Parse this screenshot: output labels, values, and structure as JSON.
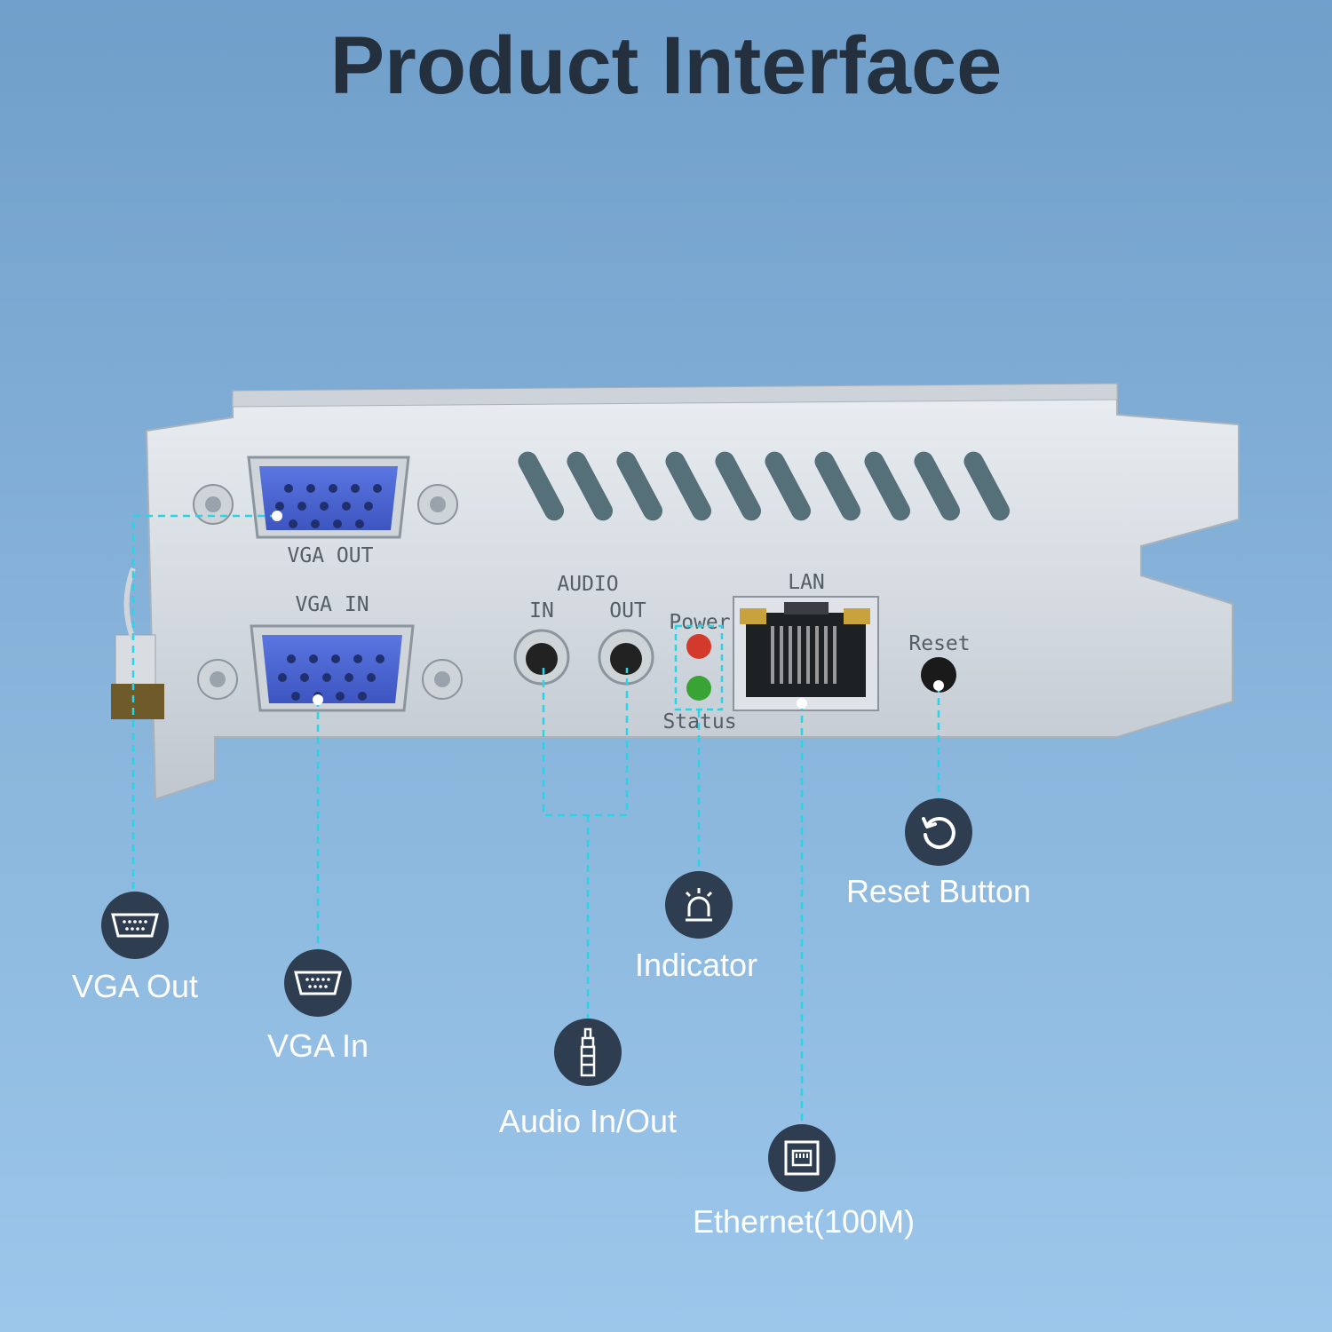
{
  "title": "Product Interface",
  "panel": {
    "vga_out": "VGA OUT",
    "vga_in": "VGA IN",
    "audio": "AUDIO",
    "audio_in": "IN",
    "audio_out": "OUT",
    "power": "Power",
    "status": "Status",
    "lan": "LAN",
    "reset": "Reset"
  },
  "callouts": {
    "vga_out": {
      "label": "VGA Out",
      "icon": "vga-port-icon"
    },
    "vga_in": {
      "label": "VGA In",
      "icon": "vga-port-icon"
    },
    "audio": {
      "label": "Audio In/Out",
      "icon": "audio-jack-icon"
    },
    "indicator": {
      "label": "Indicator",
      "icon": "beacon-light-icon"
    },
    "reset": {
      "label": "Reset Button",
      "icon": "reset-icon"
    },
    "ethernet": {
      "label": "Ethernet(100M)",
      "icon": "ethernet-port-icon"
    }
  },
  "colors": {
    "background": "#86b2d9",
    "title": "#25303f",
    "icon_circle": "#2f3d50",
    "leader_line": "#28d4e6",
    "vga_port": "#4a63cf",
    "power_led": "#d33a2c",
    "status_led": "#3aa335"
  }
}
